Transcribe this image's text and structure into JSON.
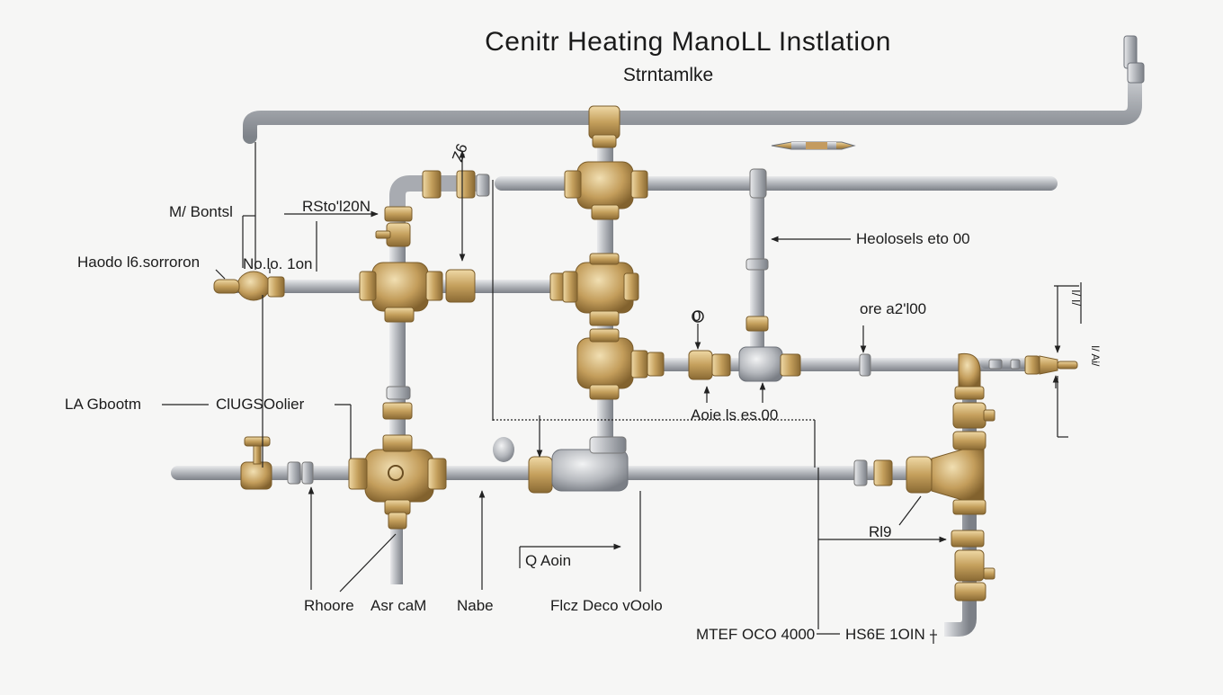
{
  "title": "Cenitr Heating ManoLL Instlation",
  "subtitle": "Strntamlke",
  "labels": {
    "mi_bontsl": "M/ Bontsl",
    "rsto_top": "RSto'l20N",
    "haodo_bsorroron": "Haodo l6.sorroron",
    "nopo_1on": "No.lo. 1on",
    "heolosels": "Heolosels eto 00",
    "ore_a2": "ore a2'l00",
    "la_gbootm": "LA Gbootm",
    "clugsolier": "ClUGSOolier",
    "aoie_is": "Aoie ls es.00",
    "num_o": "0",
    "num_z6": "Z6",
    "q_aoin": "Q Aoin",
    "rl9": "Rl9",
    "rhoore": "Rhoore",
    "asr_cam": "Asr caM",
    "nabe": "Nabe",
    "flcz_decovolo": "Flcz Deco vOolo",
    "mtef": "MTEF OCO 4000",
    "hse": "HS6E 1OIN",
    "side_top": "I/ I/",
    "side_bottom": "I/ Ai/"
  },
  "colors": {
    "pipe": "#b9bcc1",
    "pipe_dark": "#7f848b",
    "brass": "#c9a86a",
    "brass_dark": "#8d6f3a",
    "line": "#222222"
  }
}
